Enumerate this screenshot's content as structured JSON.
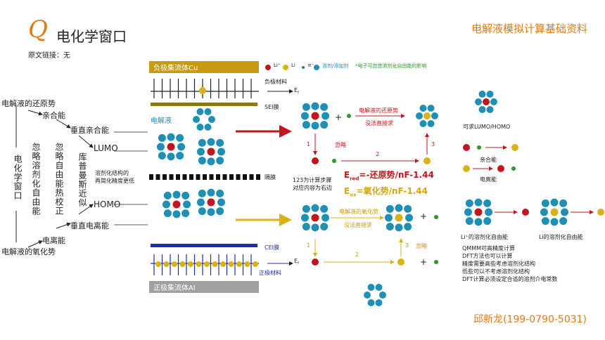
{
  "header": {
    "logo_letter": "Q",
    "title": "电化学窗口",
    "right_title": "电解液模拟计算基础资料",
    "source": "原文链接：无"
  },
  "left_labels": {
    "reduction_potential": "电解液的还原势",
    "affinity": "亲合能",
    "vertical_affinity": "垂直亲合能",
    "lumo": "LUMO",
    "homo": "HOMO",
    "vertical_ionization": "垂直电离能",
    "ionization": "电离能",
    "oxidation_potential": "电解液的氧化势",
    "ec_window": "电化学窗口",
    "ignore_solvation": "忽略溶剂化自由能",
    "ignore_thermal": "忽略自由能热校正",
    "koopmans": "库普曼斯近似",
    "simplified": "溶剂化结构的\n再简化精度更低"
  },
  "cell": {
    "anode_collector": "负极集流体Cu",
    "anode_material": "负极材料",
    "sei": "SEI膜",
    "electrolyte": "电解液",
    "separator": "隔膜",
    "cei": "CEI膜",
    "cathode_material": "正极材料",
    "cathode_collector": "正极集流体Al",
    "ef_top": "E",
    "ef_top_sub": "f",
    "ef_bot": "E",
    "ef_bot_sub": "f"
  },
  "legend": {
    "li_plus": "Li⁺",
    "li": "Li",
    "e_minus": "e⁻",
    "solvent": "溶剂/添加剂",
    "note": "*电子可忽悠溶剂化自由能的影响"
  },
  "reaction": {
    "reduction_label": "电解液的还原势",
    "no_direct_top": "没法直接求",
    "ignore_top": "忽略",
    "step1": "1",
    "step2": "2",
    "step3": "3",
    "order_note_1": "123为计算步骤",
    "order_note_2": "对应内容为右边",
    "ered_formula": "E",
    "ered_sub": "red",
    "ered_rest": "=-还原势/nF-1.44",
    "eox_formula": "E",
    "eox_sub": "ox",
    "eox_rest": "=氧化势/nF-1.44",
    "oxidation_label": "电解液的氧化势",
    "no_direct_bot": "没法直接求",
    "ignore_bot": "忽略",
    "plus": "+"
  },
  "right_panel": {
    "lumo_homo": "可求LUMO/HOMO",
    "affinity": "亲合能",
    "ionization": "电离能",
    "li_plus_solv": "Li⁺的溶剂化自由能",
    "li_solv": "Li的溶剂化自由能",
    "notes": [
      "QMMM可高精度计算",
      "DFT方法也可以计算",
      "精度需要高些考虑溶剂化结构",
      "低些可以不考虑溶剂化结构",
      "DFT计算必须设定合适的溶剂介电常数"
    ]
  },
  "footer": {
    "author": "邱新龙(199-0790-5031)"
  },
  "colors": {
    "orange": "#e07b10",
    "gold": "#c89a10",
    "li_plus_red": "#c0161c",
    "li_gold": "#d9b21a",
    "electron_green": "#2a9a2a",
    "solvent_teal": "#1f8fb5",
    "arrow_red": "#c0161c",
    "cei_blue": "#1a2fb0",
    "sei_olive": "#8a7a10",
    "collector_gray": "#9a9a9a"
  }
}
